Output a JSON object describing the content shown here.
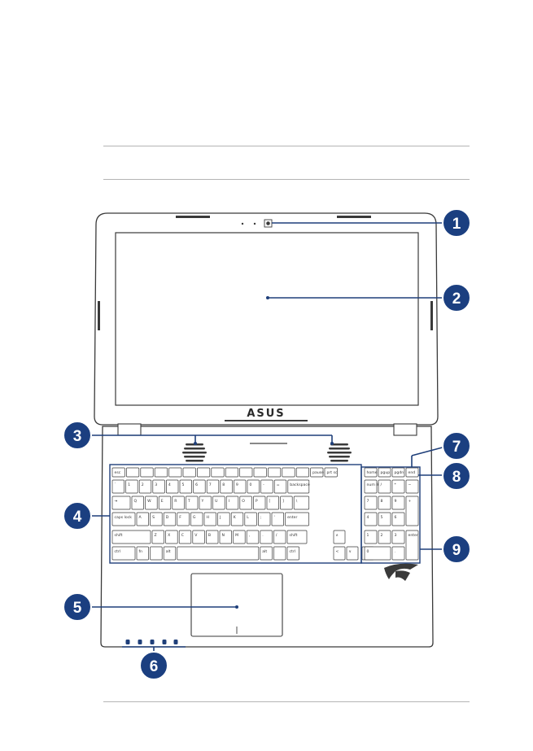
{
  "brand": {
    "logo": "ASUS",
    "rog_logo_icon": "republic-of-gamers-logo-icon"
  },
  "colors": {
    "callout_fill": "#1b3f80",
    "callout_stroke": "#ffffff",
    "callout_line": "#1f3f7a",
    "outline": "#3a3a3a",
    "rule": "#b5b5b5"
  },
  "callouts": [
    "1",
    "2",
    "3",
    "4",
    "5",
    "6",
    "7",
    "8",
    "9"
  ],
  "keyboard": {
    "row_fn": [
      "esc",
      "",
      "",
      "",
      "",
      "",
      "",
      "",
      "",
      "",
      "",
      "",
      "",
      "",
      "pause",
      "prt sc"
    ],
    "row_num": [
      "`",
      "1",
      "2",
      "3",
      "4",
      "5",
      "6",
      "7",
      "8",
      "9",
      "0",
      "-",
      "=",
      "backspace"
    ],
    "row_q": [
      "⇥",
      "Q",
      "W",
      "E",
      "R",
      "T",
      "Y",
      "U",
      "I",
      "O",
      "P",
      "[",
      "]",
      "\\"
    ],
    "row_a": [
      "caps lock",
      "A",
      "S",
      "D",
      "F",
      "G",
      "H",
      "J",
      "K",
      "L",
      ";",
      "'",
      "enter"
    ],
    "row_z": [
      "shift",
      "Z",
      "X",
      "C",
      "V",
      "B",
      "N",
      "M",
      ",",
      ".",
      "/",
      "shift"
    ],
    "row_ctrl": [
      "ctrl",
      "fn",
      "",
      "alt",
      "",
      "alt",
      "",
      "ctrl"
    ],
    "arrows": [
      "∧",
      "<",
      "∨",
      ">"
    ],
    "numpad_top": [
      "home",
      "pgup",
      "pgdn",
      "end"
    ],
    "numpad": [
      "num lk",
      "/",
      "*",
      "−",
      "7",
      "8",
      "9",
      "+",
      "4",
      "5",
      "6",
      "1",
      "2",
      "3",
      "enter",
      "0",
      "."
    ]
  },
  "indicators": [
    "power-indicator-icon",
    "battery-indicator-icon",
    "drive-activity-icon",
    "airplane-mode-icon",
    "wireless-indicator-icon"
  ]
}
